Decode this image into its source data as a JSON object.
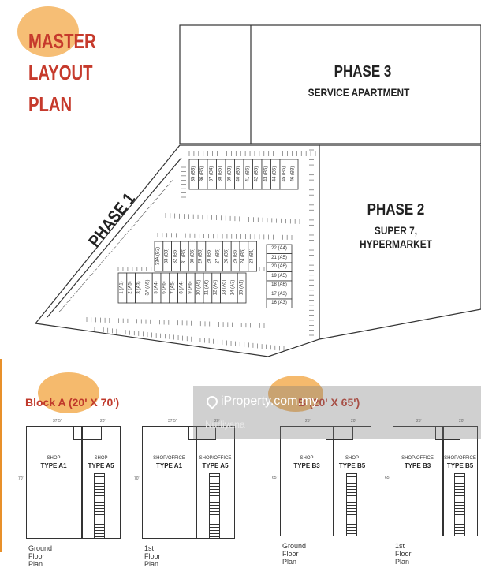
{
  "title": {
    "line1": "MASTER",
    "line2": "LAYOUT",
    "line3": "PLAN"
  },
  "phases": {
    "phase1": {
      "name": "PHASE 1"
    },
    "phase2": {
      "name": "PHASE 2",
      "sub1": "SUPER 7,",
      "sub2": "HYPERMARKET"
    },
    "phase3": {
      "name": "PHASE 3",
      "sub1": "SERVICE APARTMENT"
    }
  },
  "top_row_units": [
    "35 (B3)",
    "36 (B5)",
    "37 (B4)",
    "38 (B5)",
    "39 (B3)",
    "40 (B5)",
    "41 (B6)",
    "42 (B5)",
    "43 (B6)",
    "44 (B5)",
    "45 (B6)",
    "46 (B3)"
  ],
  "middle_row_units": [
    "33A (B2)",
    "33 (B3)",
    "32 (B5)",
    "31 (B6)",
    "30 (B5)",
    "29 (B6)",
    "28 (B5)",
    "27 (B6)",
    "26 (B5)",
    "25 (B6)",
    "24 (B5)",
    "23 (B1)"
  ],
  "lower_row_units": [
    "1 (A1)",
    "2 (A5)",
    "3 (A3)",
    "3A (A5)",
    "5 (A4)",
    "6 (A6)",
    "7 (A5)",
    "8 (A4)",
    "9 (A6)",
    "10 (A5)",
    "11 (A6)",
    "12 (A4)",
    "13 (A5)",
    "14 (A3)",
    "15 (A1)"
  ],
  "right_column_units": [
    "22 (A4)",
    "21 (A5)",
    "20 (A6)",
    "19 (A5)",
    "18 (A6)",
    "17 (A3)",
    "16 (A3)"
  ],
  "blocks": {
    "block_a": {
      "heading": "Block A (20' X 70')"
    },
    "block_b": {
      "heading": "B (20' X 65')"
    }
  },
  "floor_plans": [
    {
      "caption": "Ground Floor Plan",
      "left_label": "SHOP",
      "left_type": "TYPE A1",
      "right_label": "SHOP",
      "right_type": "TYPE A5",
      "top_left_dim": "37.5'",
      "top_right_dim": "20'",
      "side_dim": "70'"
    },
    {
      "caption": "1st Floor Plan",
      "left_label": "SHOP/OFFICE",
      "left_type": "TYPE A1",
      "right_label": "SHOP/OFFICE",
      "right_type": "TYPE A5",
      "top_left_dim": "37.5'",
      "top_right_dim": "20'",
      "side_dim": "70'"
    },
    {
      "caption": "Ground Floor Plan",
      "left_label": "SHOP",
      "left_type": "TYPE B3",
      "right_label": "SHOP",
      "right_type": "TYPE B5",
      "top_left_dim": "25'",
      "top_right_dim": "20'",
      "side_dim": "65'"
    },
    {
      "caption": "1st Floor Plan",
      "left_label": "SHOP/OFFICE",
      "left_type": "TYPE B3",
      "right_label": "SHOP/OFFICE",
      "right_type": "TYPE B5",
      "top_left_dim": "25'",
      "top_right_dim": "20'",
      "side_dim": "65'"
    }
  ],
  "watermark": {
    "logo": "iProperty.com.my",
    "user": "Nurliyana"
  },
  "colors": {
    "title": "#c63a2c",
    "accent_blob": "#f0a64a",
    "block_heading": "#c0392b",
    "line": "#333333"
  }
}
